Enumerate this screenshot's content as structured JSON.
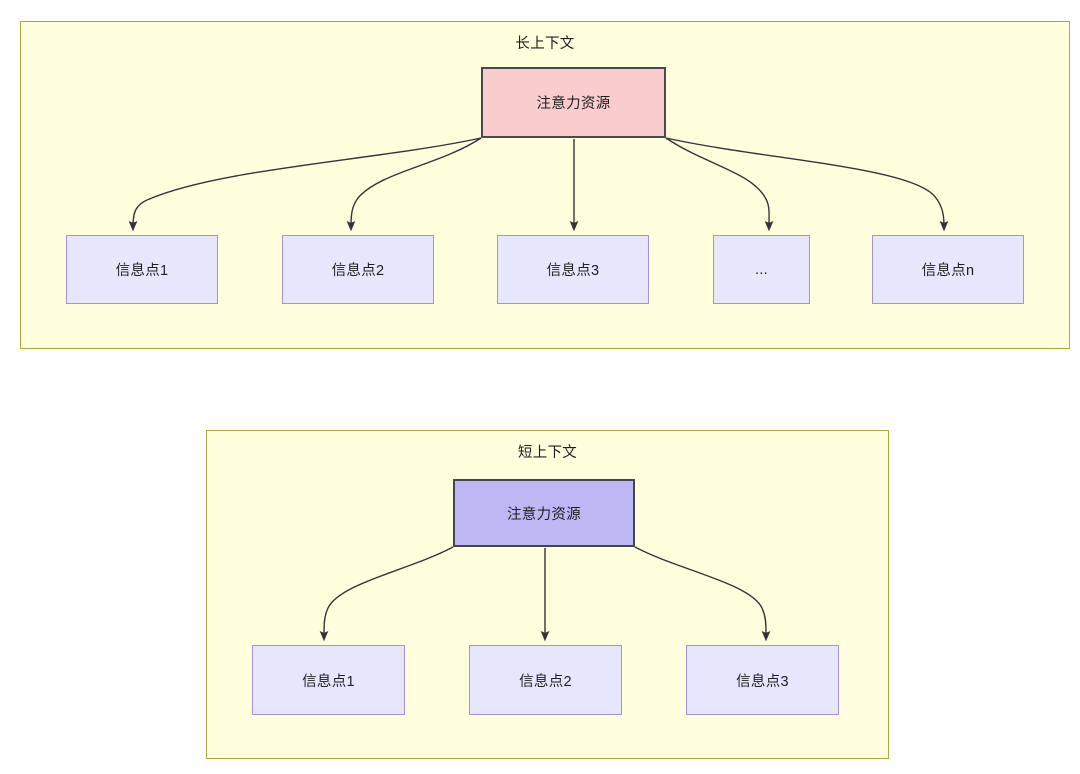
{
  "diagram": {
    "type": "node-edge-tree",
    "panels": [
      {
        "id": "long-context",
        "title": "长上下文",
        "root": {
          "label": "注意力资源",
          "fill": "#f9ccce",
          "stroke": "#4a4a52"
        },
        "children": [
          {
            "label": "信息点1"
          },
          {
            "label": "信息点2"
          },
          {
            "label": "信息点3"
          },
          {
            "label": "..."
          },
          {
            "label": "信息点n"
          }
        ],
        "child_fill": "#e6e6fd",
        "child_stroke": "#a98fe0",
        "panel_fill": "#ffffdd",
        "panel_stroke": "#aaa93e"
      },
      {
        "id": "short-context",
        "title": "短上下文",
        "root": {
          "label": "注意力资源",
          "fill": "#bdb8f3",
          "stroke": "#45454f"
        },
        "children": [
          {
            "label": "信息点1"
          },
          {
            "label": "信息点2"
          },
          {
            "label": "信息点3"
          }
        ],
        "child_fill": "#e6e6fd",
        "child_stroke": "#a98fe0",
        "panel_fill": "#ffffdd",
        "panel_stroke": "#aaa93e"
      }
    ],
    "edge_color": "#33333b"
  }
}
